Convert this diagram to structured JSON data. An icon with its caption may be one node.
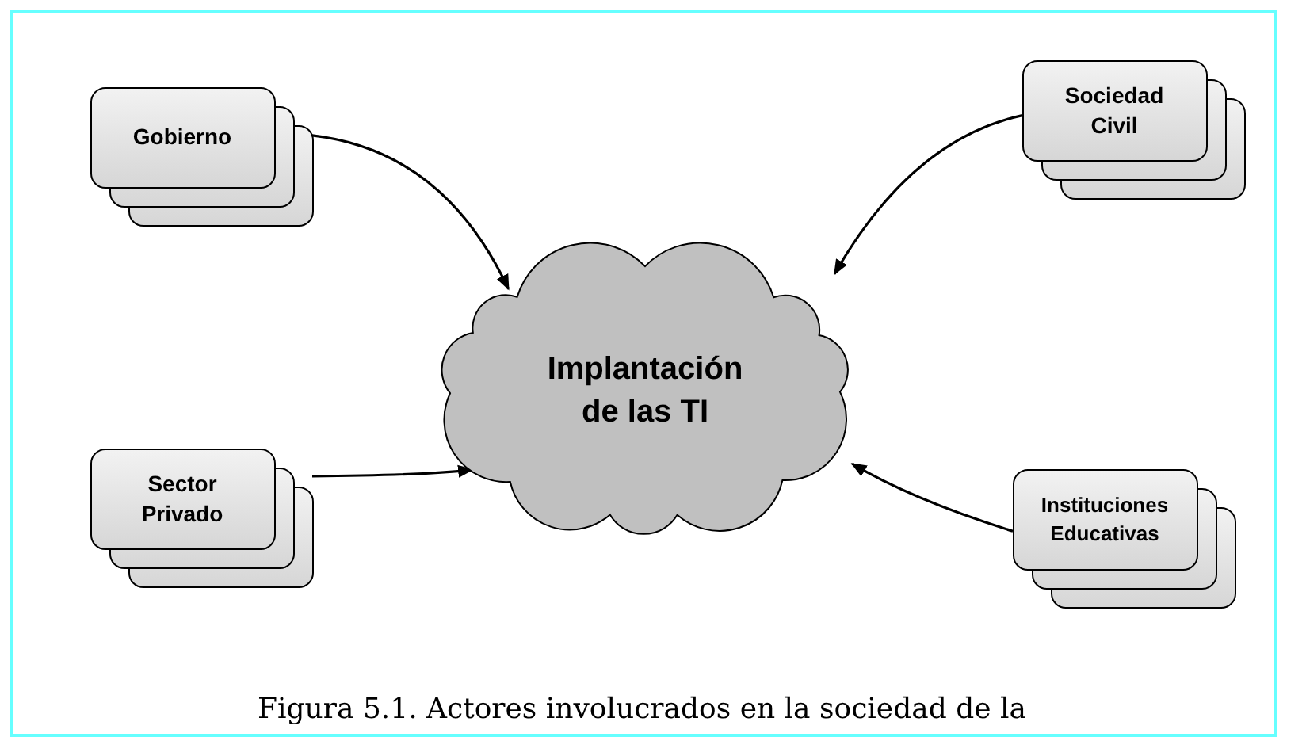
{
  "diagram": {
    "caption": "Figura 5.1. Actores involucrados en la sociedad de la",
    "nodes": [
      {
        "text": [
          "Gobierno"
        ]
      },
      {
        "text": [
          "Sociedad Civil"
        ]
      },
      {
        "text": [
          "Implantación de las TI"
        ]
      },
      {
        "text": [
          "Sector Privado"
        ]
      },
      {
        "text": [
          "Instituciones Educativas"
        ]
      }
    ],
    "edges": [
      {
        "from": 0,
        "to": 2,
        "arrow": "to"
      },
      {
        "from": 1,
        "to": 2,
        "arrow": "to"
      },
      {
        "from": 3,
        "to": 2,
        "arrow": "to"
      },
      {
        "from": 4,
        "to": 2,
        "arrow": "to"
      }
    ]
  }
}
